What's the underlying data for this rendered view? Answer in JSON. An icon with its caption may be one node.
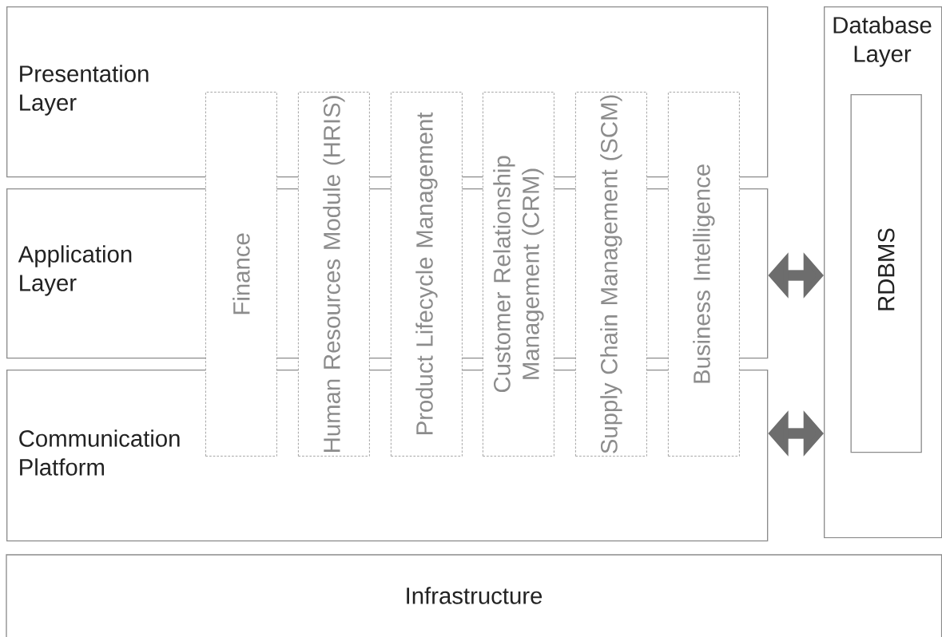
{
  "diagram": {
    "nodes": [
      {
        "text": [
          "Presentation Layer"
        ]
      },
      {
        "text": [
          "Application Layer"
        ]
      },
      {
        "text": [
          "Communication Platform"
        ]
      },
      {
        "text": [
          "Finance"
        ]
      },
      {
        "text": [
          "Human Resources Module (HRIS)"
        ]
      },
      {
        "text": [
          "Product Lifecycle Management"
        ]
      },
      {
        "text": [
          "Customer Relationship Management (CRM)"
        ]
      },
      {
        "text": [
          "Supply Chain Management (SCM)"
        ]
      },
      {
        "text": [
          "Business Intelligence"
        ]
      },
      {
        "text": [
          "Database Layer"
        ]
      },
      {
        "text": [
          "RDBMS"
        ],
        "in": 9
      },
      {
        "text": [
          "Infrastructure"
        ]
      }
    ],
    "edges": [
      {
        "from": 1,
        "to": 9,
        "arrow": "both"
      },
      {
        "from": 2,
        "to": 9,
        "arrow": "both"
      }
    ]
  }
}
